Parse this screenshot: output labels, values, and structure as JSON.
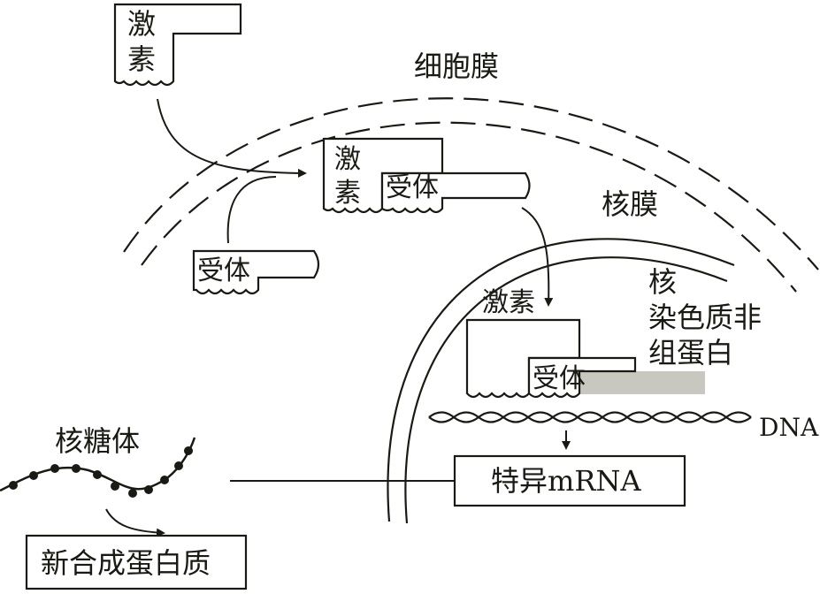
{
  "labels": {
    "hormone_outside_line1": "激",
    "hormone_outside_line2": "素",
    "cell_membrane": "细胞膜",
    "complex_hormone_line1": "激",
    "complex_hormone_line2": "素",
    "complex_receptor": "受体",
    "free_receptor": "受体",
    "nuclear_membrane": "核膜",
    "nucleus_hormone": "激素",
    "nucleus_receptor": "受体",
    "nonhistone_line1": "核",
    "nonhistone_line2": "染色质非",
    "nonhistone_line3": "组蛋白",
    "dna": "DNA",
    "ribosome": "核糖体",
    "specific_mrna": "特异mRNA",
    "new_protein": "新合成蛋白质"
  },
  "colors": {
    "ink": "#1a1a14",
    "background": "#ffffff",
    "receptor_shadow": "#c8c8c0"
  }
}
